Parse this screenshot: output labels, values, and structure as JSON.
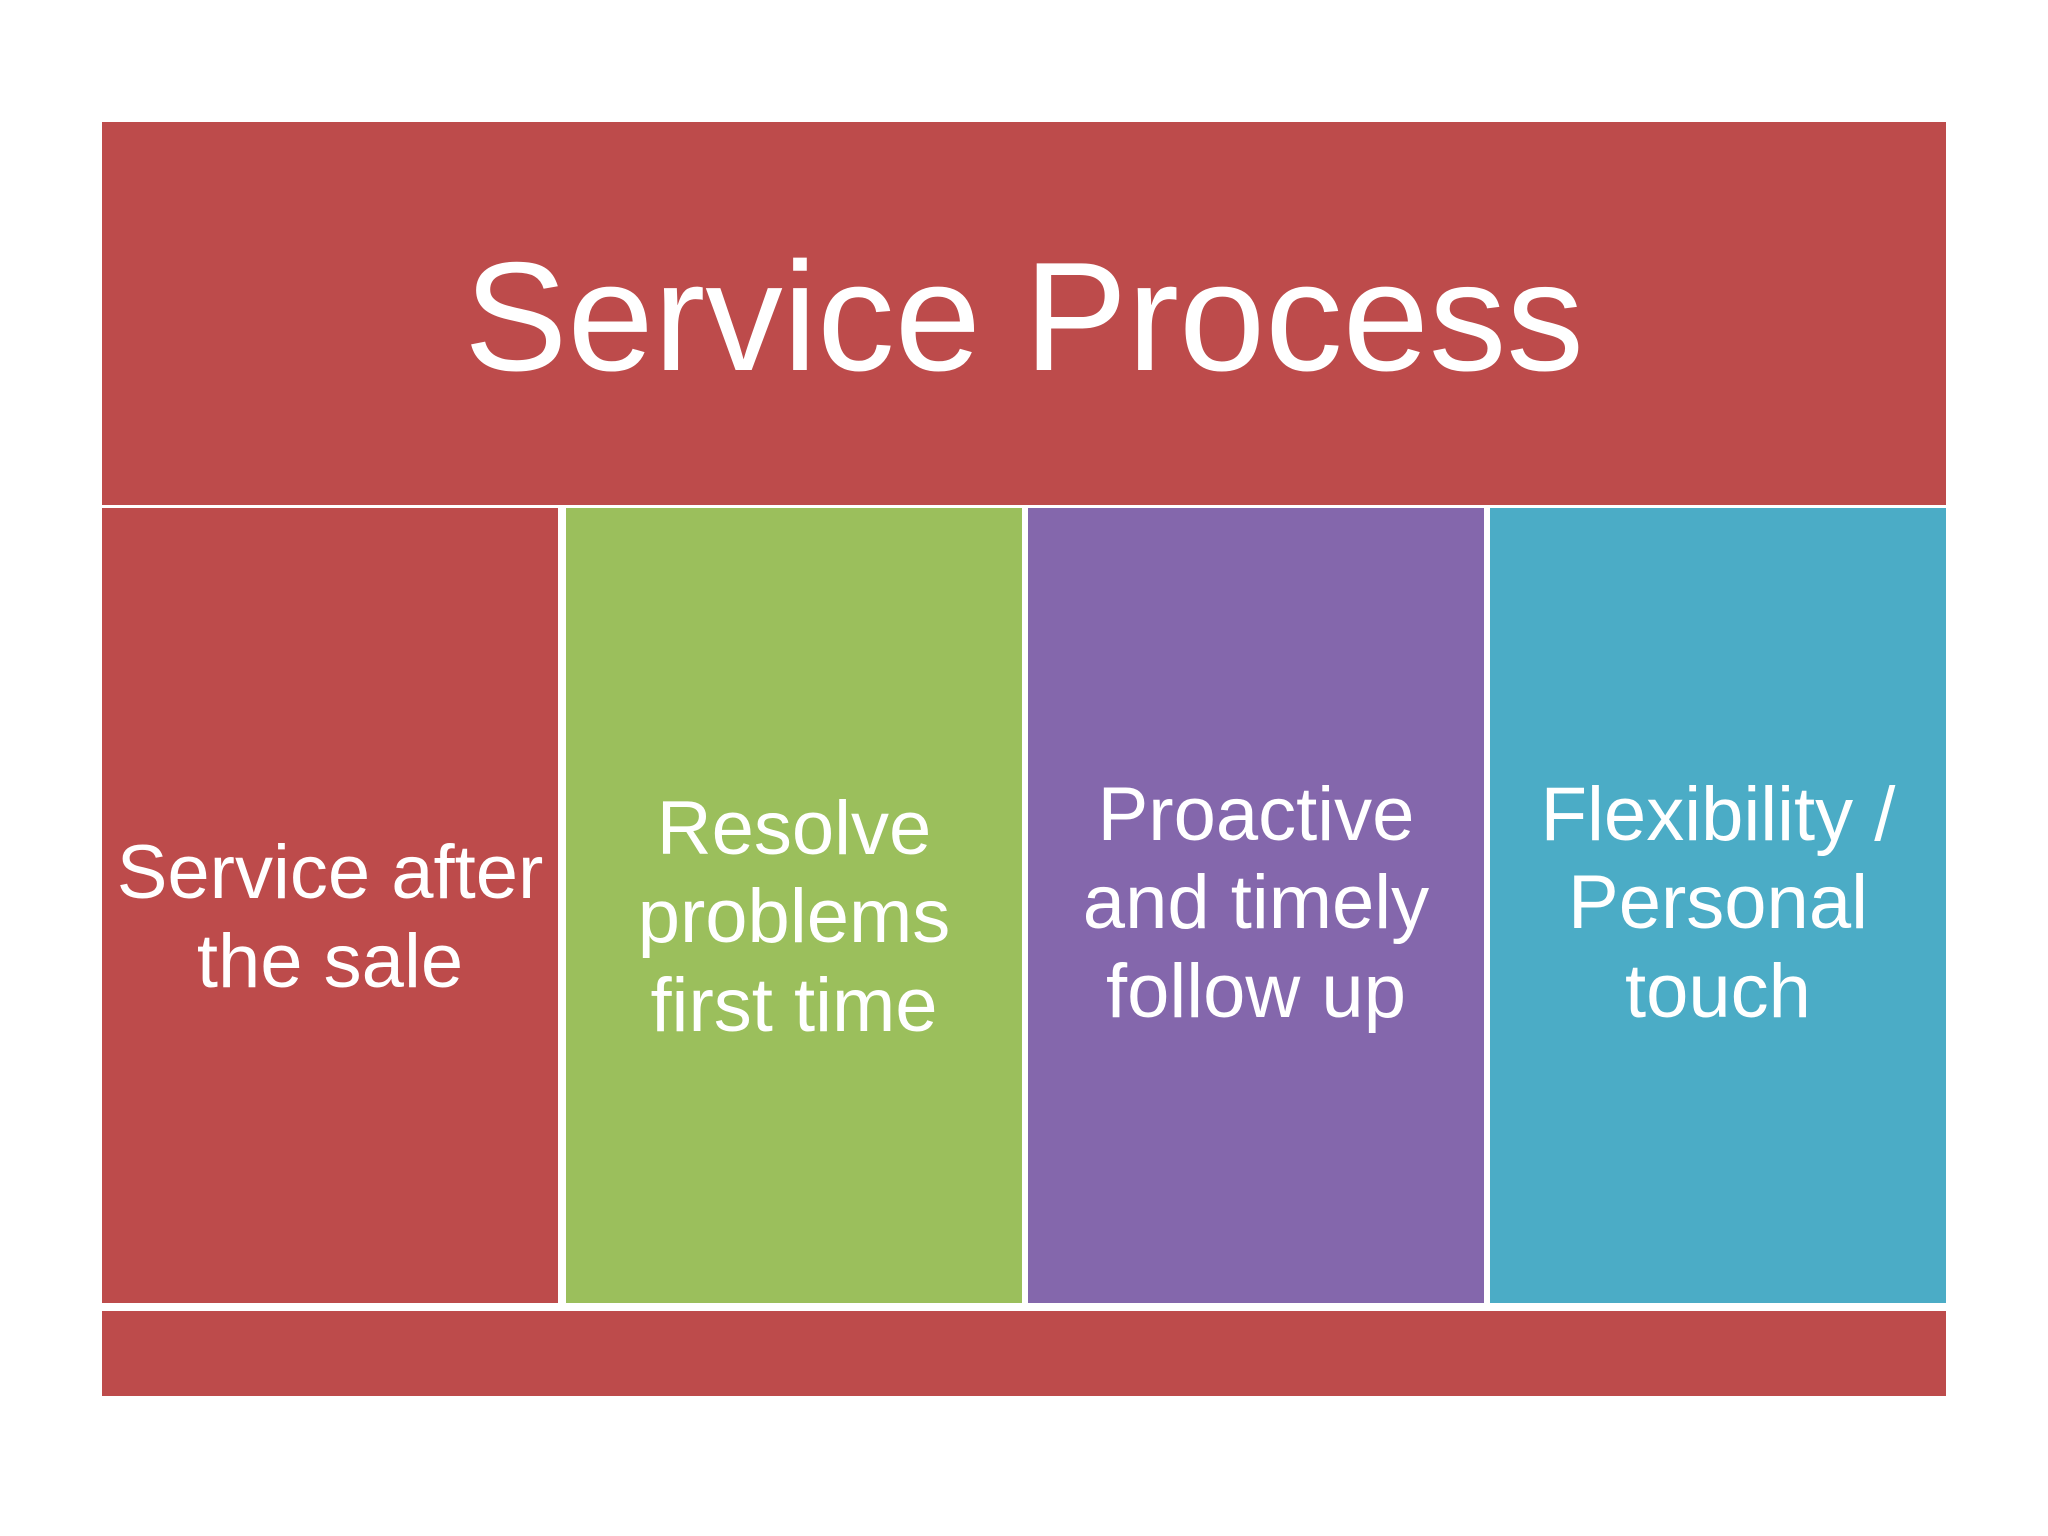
{
  "slide": {
    "title": "Service Process",
    "background_color": "#FFFFFF",
    "accent_color": "#BD4B4B",
    "title_text_color": "#FFFFFF"
  },
  "columns": [
    {
      "label": "Service after the sale",
      "color": "#BD4B4B",
      "text_color": "#FFFFFF"
    },
    {
      "label": "Resolve problems first time",
      "color": "#9BBF5C",
      "text_color": "#FFFFFF"
    },
    {
      "label": "Proactive and timely follow up",
      "color": "#8467AC",
      "text_color": "#FFFFFF"
    },
    {
      "label": "Flexibility / Personal touch",
      "color": "#4BACC6",
      "text_color": "#FFFFFF"
    }
  ],
  "bottom_band": {
    "color": "#BD4B4B"
  }
}
